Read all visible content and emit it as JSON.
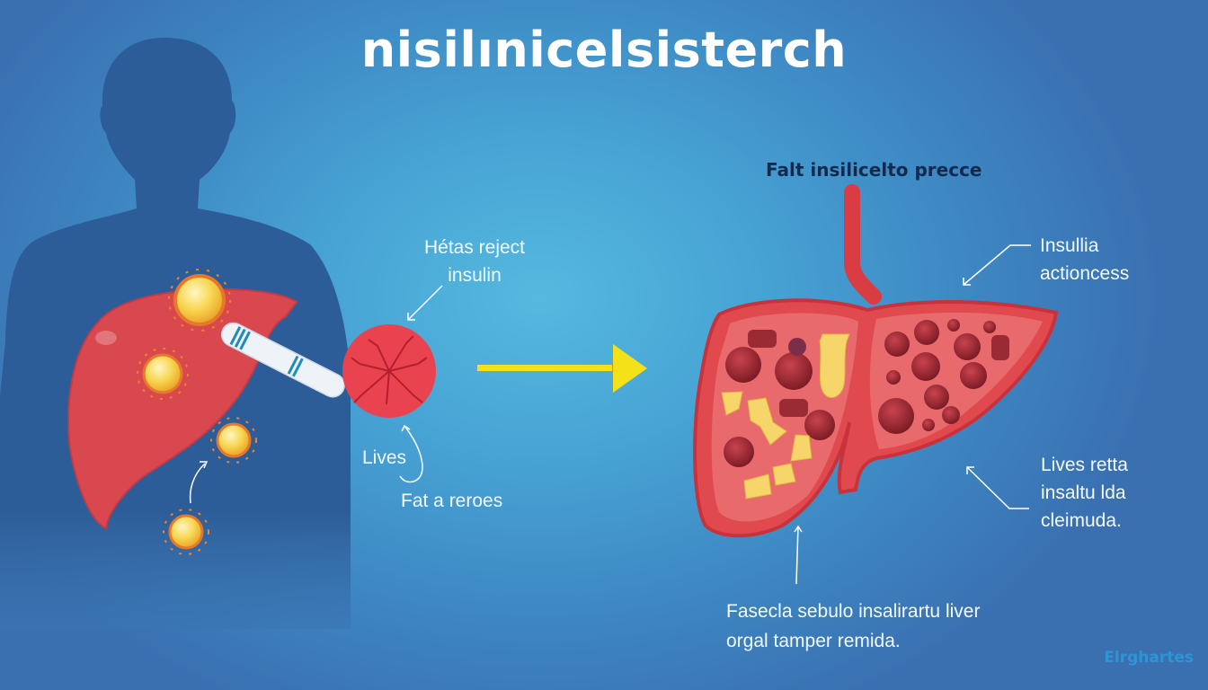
{
  "title": "nisilınicelsisterch",
  "right_panel": {
    "heading": "Falt insilicelto precce"
  },
  "labels": {
    "hetas_reject": [
      "Hétas reject",
      "insulin"
    ],
    "lives": "Lives",
    "fat_a_reroes": "Fat a reroes",
    "insullia": [
      "Insullia",
      "actioncess"
    ],
    "lives_retta": [
      "Lives retta",
      "insaltu lda",
      "cleimuda."
    ],
    "fasecla": [
      "Fasecla sebulo insalirartu liver",
      "orgal tamper remida."
    ]
  },
  "watermark": "Elrghartes",
  "colors": {
    "background": "#47a3d4",
    "silhouette": "#2d5d98",
    "liver": "#d9474f",
    "fat_cell": "#f5cf4f",
    "arrow": "#f5e117",
    "label_text": "#f2fbff",
    "heading_text": "#142a4d"
  }
}
